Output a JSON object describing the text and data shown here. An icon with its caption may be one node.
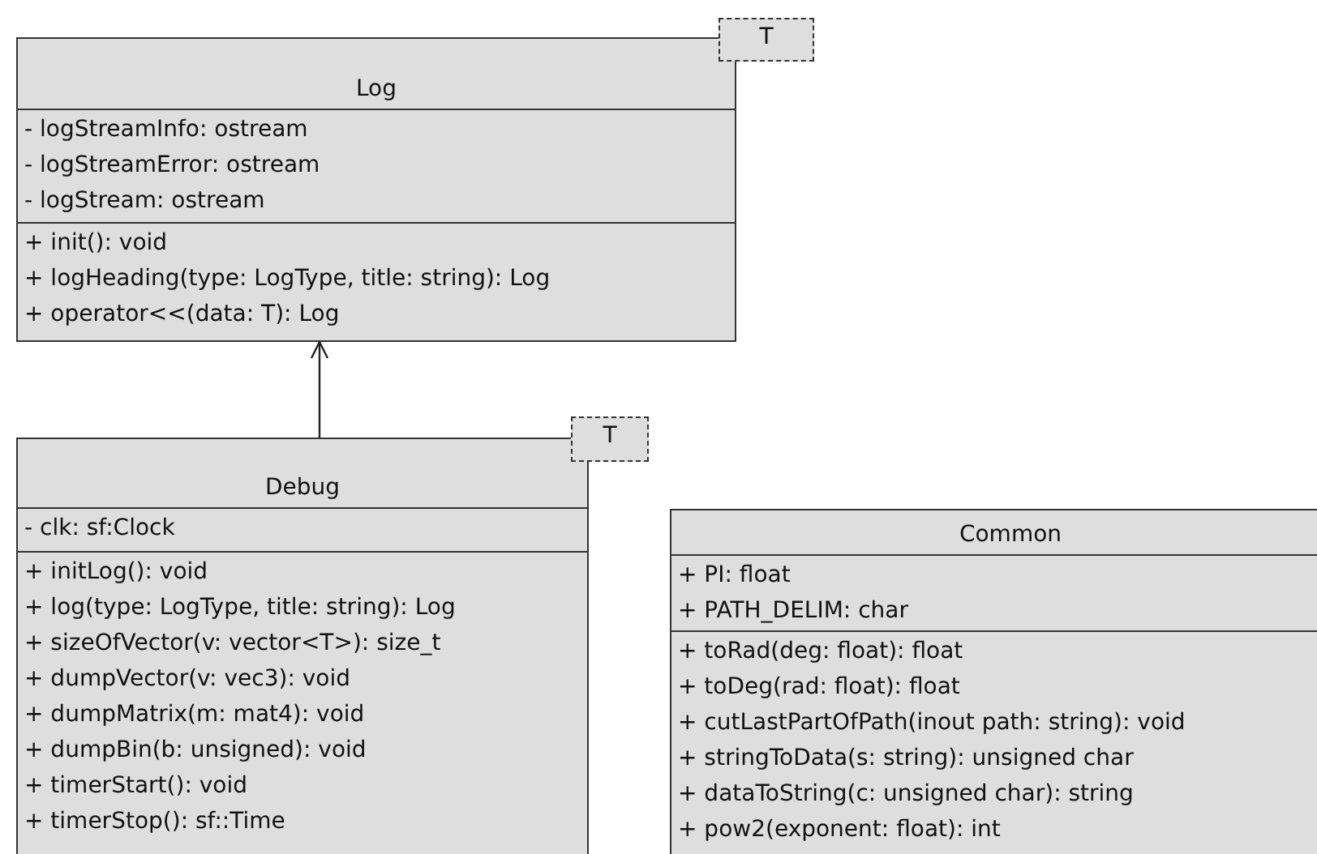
{
  "diagram": {
    "nodes": [
      {
        "text": [
          "Log",
          "- logStreamInfo: ostream",
          "- logStreamError: ostream",
          "- logStream: ostream",
          "+ init(): void",
          "+ logHeading(type: LogType, title: string): Log",
          "+ operator<<(data: T): Log"
        ]
      },
      {
        "text": [
          "T"
        ]
      },
      {
        "text": [
          "Debug",
          "- clk: sf:Clock",
          "+ initLog(): void",
          "+ log(type: LogType, title: string): Log",
          "+ sizeOfVector(v: vector<T>): size_t",
          "+ dumpVector(v: vec3): void",
          "+ dumpMatrix(m: mat4): void",
          "+ dumpBin(b: unsigned): void",
          "+ timerStart(): void",
          "+ timerStop(): sf::Time"
        ]
      },
      {
        "text": [
          "T"
        ]
      },
      {
        "text": [
          "Common",
          "+ PI: float",
          "+ PATH_DELIM: char",
          "+ toRad(deg: float): float",
          "+ toDeg(rad: float): float",
          "+ cutLastPartOfPath(inout path: string): void",
          "+ stringToData(s: string): unsigned char",
          "+ dataToString(c: unsigned char): string",
          "+ pow2(exponent: float): int"
        ]
      }
    ],
    "edges": [
      {
        "from": 2,
        "to": 0,
        "arrow": "to"
      }
    ]
  }
}
